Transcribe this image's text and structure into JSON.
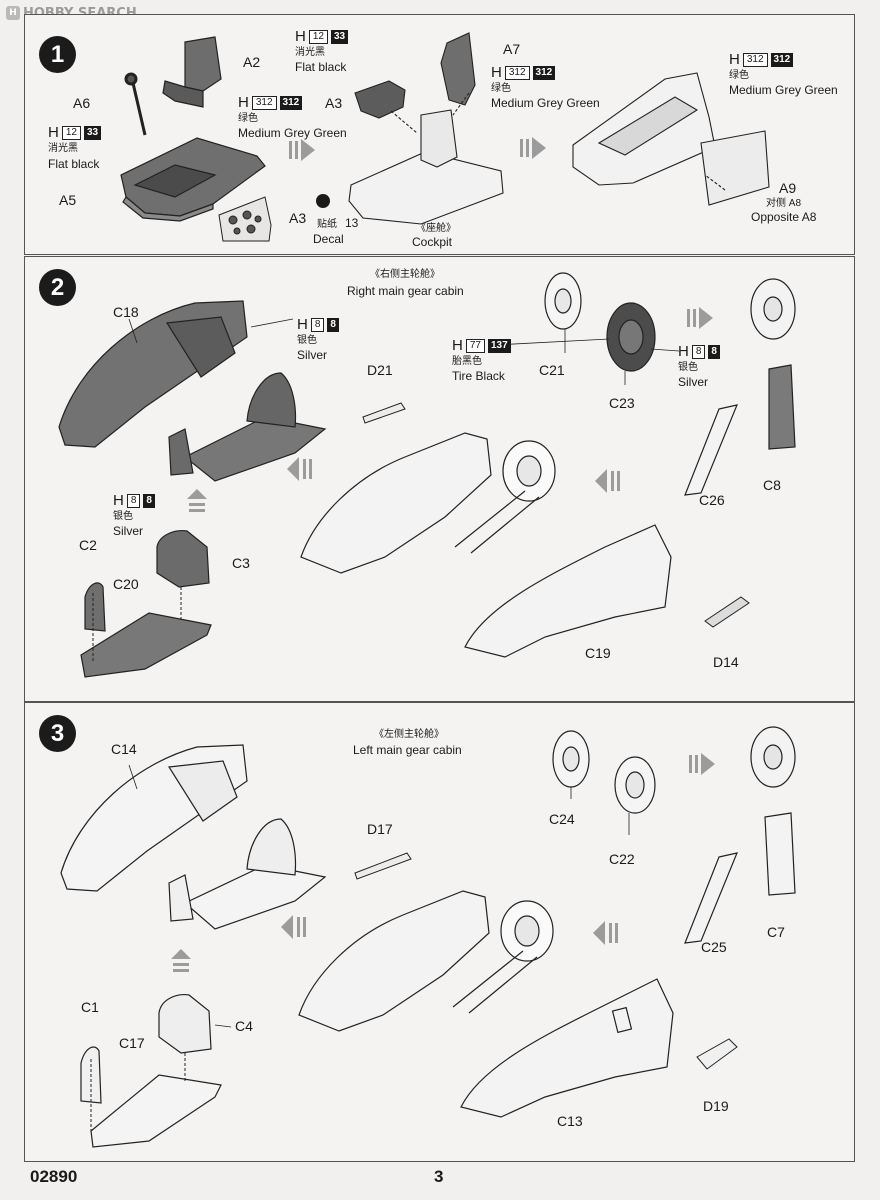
{
  "watermark": {
    "logo": "H",
    "text": "HOBBY SEARCH"
  },
  "paints": {
    "flat_black": {
      "prefix": "H",
      "code1": "12",
      "code2": "33",
      "cn": "消光黑",
      "en": "Flat black"
    },
    "medium_grey_green": {
      "prefix": "H",
      "code1": "312",
      "code2": "312",
      "cn": "绿色",
      "en": "Medium Grey Green"
    },
    "silver": {
      "prefix": "H",
      "code1": "8",
      "code2": "8",
      "cn": "银色",
      "en": "Silver"
    },
    "tire_black": {
      "prefix": "H",
      "code1": "77",
      "code2": "137",
      "cn": "胎黑色",
      "en": "Tire Black"
    }
  },
  "step1": {
    "number": "1",
    "parts": {
      "a2": "A2",
      "a6": "A6",
      "a5": "A5",
      "a3": "A3",
      "a3b": "A3",
      "a7": "A7",
      "a9": "A9",
      "a8": "A8"
    },
    "decal_cn": "贴纸",
    "decal_num": "13",
    "decal_en": "Decal",
    "cockpit_cn": "《座舱》",
    "cockpit_en": "Cockpit",
    "opposite_cn": "对侧",
    "opposite_en": "Opposite A8"
  },
  "step2": {
    "number": "2",
    "title_cn": "《右侧主轮舱》",
    "title_en": "Right main gear cabin",
    "parts": {
      "c18": "C18",
      "c2": "C2",
      "c3": "C3",
      "c20": "C20",
      "d21": "D21",
      "c21": "C21",
      "c23": "C23",
      "c26": "C26",
      "c8": "C8",
      "c19": "C19",
      "d14": "D14"
    }
  },
  "step3": {
    "number": "3",
    "title_cn": "《左侧主轮舱》",
    "title_en": "Left main gear cabin",
    "parts": {
      "c14": "C14",
      "c1": "C1",
      "c4": "C4",
      "c17": "C17",
      "d17": "D17",
      "c24": "C24",
      "c22": "C22",
      "c25": "C25",
      "c7": "C7",
      "c13": "C13",
      "d19": "D19"
    }
  },
  "footer": {
    "code": "02890",
    "page": "3"
  }
}
